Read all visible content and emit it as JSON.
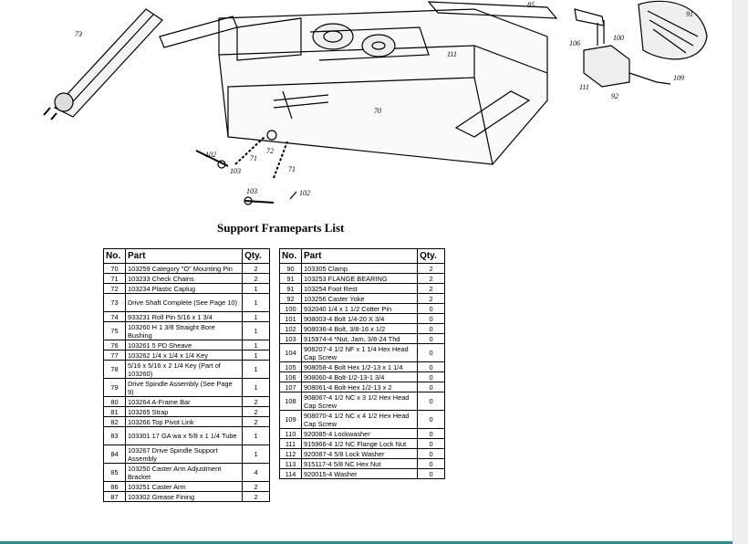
{
  "title": "Support Frameparts List",
  "headers": {
    "no": "No.",
    "part": "Part",
    "qty": "Qty."
  },
  "callouts": [
    "73",
    "70",
    "111",
    "85",
    "106",
    "100",
    "111",
    "92",
    "109",
    "91",
    "102",
    "103",
    "71",
    "72",
    "71",
    "103",
    "102"
  ],
  "left_rows": [
    {
      "no": "70",
      "part": "103259 Category \"O\" Mounting Pin",
      "qty": "2"
    },
    {
      "no": "71",
      "part": "103233 Check Chains",
      "qty": "2"
    },
    {
      "no": "72",
      "part": "103234 Plastic Caplug",
      "qty": "1"
    },
    {
      "no": "73",
      "part": " Drive Shaft Complete (See Page 10)",
      "qty": "1"
    },
    {
      "no": "74",
      "part": "933231 Roll Pin 5/16 x 1 3/4",
      "qty": "1"
    },
    {
      "no": "75",
      "part": " 103260 H 1 3/8 Straight Bore Bushing",
      "qty": "1"
    },
    {
      "no": "76",
      "part": "103261 5 PD Sheave",
      "qty": "1"
    },
    {
      "no": "77",
      "part": "103262 1/4 x 1/4 x 1/4 Key",
      "qty": "1"
    },
    {
      "no": "78",
      "part": " 5/16 x 5/16 x 2 1/4 Key (Part of 103260)",
      "qty": "1"
    },
    {
      "no": "79",
      "part": " Drive Spindle Assembly (See Page 9)",
      "qty": "1"
    },
    {
      "no": "80",
      "part": "103264 A-Frame Bar",
      "qty": "2"
    },
    {
      "no": "81",
      "part": "103265 Strap",
      "qty": "2"
    },
    {
      "no": "82",
      "part": "103266 Top Pivot Link",
      "qty": "2"
    },
    {
      "no": "83",
      "part": " 103301 17 GA wa x 5/8 x 1 1/4 Tube",
      "qty": "1"
    },
    {
      "no": "84",
      "part": " 103267 Drive Spindle Support Assembly",
      "qty": "1"
    },
    {
      "no": "85",
      "part": " 103250 Caster Arm Adjustment Bracket",
      "qty": "4"
    },
    {
      "no": "86",
      "part": "103251 Caster Arm",
      "qty": "2"
    },
    {
      "no": "87",
      "part": "103302 Grease Fining",
      "qty": "2"
    }
  ],
  "right_rows": [
    {
      "no": "90",
      "part": "103305 Clamp",
      "qty": "2"
    },
    {
      "no": "91",
      "part": "103253 FLANGE BEARING",
      "qty": "2"
    },
    {
      "no": "91",
      "part": "103254 Foot Rest",
      "qty": "2"
    },
    {
      "no": "92",
      "part": "103256 Caster Yoke",
      "qty": "2"
    },
    {
      "no": "100",
      "part": "932040 1/4 x 1 1/2 Cotter Pin",
      "qty": "0"
    },
    {
      "no": "101",
      "part": "908003-4 Bolt 1/4-20 X 3/4",
      "qty": "0"
    },
    {
      "no": "102",
      "part": "908036-4 Bolt, 3/8-16 x 1/2",
      "qty": "0"
    },
    {
      "no": "103",
      "part": "915974-4 *Nut, Jam, 3/8-24 Thd",
      "qty": "0"
    },
    {
      "no": "104",
      "part": "908207-4 1/2 NF x 1 1/4 Hex Head Cap Screw",
      "qty": "0"
    },
    {
      "no": "105",
      "part": "908058-4 Bolt Hex 1/2-13 x 1 1/4",
      "qty": "0"
    },
    {
      "no": "106",
      "part": "908060-4 Bolt-1/2-13-1 3/4",
      "qty": "0"
    },
    {
      "no": "107",
      "part": "908061-4 Bolt-Hex 1/2-13 x 2",
      "qty": "0"
    },
    {
      "no": "108",
      "part": "908067-4 1/2 NC x 3 1/2 Hex Head Cap Screw",
      "qty": "0"
    },
    {
      "no": "109",
      "part": "908070-4 1/2 NC x 4 1/2 Hex Head Cap Screw",
      "qty": "0"
    },
    {
      "no": "110",
      "part": "920085-4 Lockwasher",
      "qty": "0"
    },
    {
      "no": "111",
      "part": "915966-4 1/2 NC Flange Lock Nut",
      "qty": "0"
    },
    {
      "no": "112",
      "part": "920087-4 5/8 Lock Washer",
      "qty": "0"
    },
    {
      "no": "113",
      "part": "915117-4 5/8 NC Hex Nut",
      "qty": "0"
    },
    {
      "no": "114",
      "part": "920015-4 Washer",
      "qty": "0"
    }
  ]
}
